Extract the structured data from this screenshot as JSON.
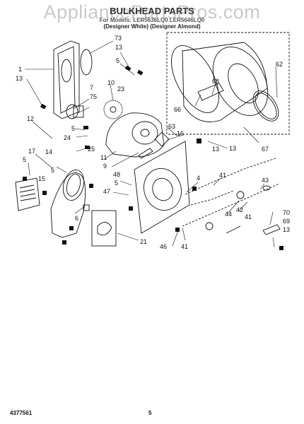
{
  "header": {
    "watermark": "AppliancePartsPros.com",
    "title": "BULKHEAD PARTS",
    "models": "For Models: LER5636LQ0 LER5646LQ0",
    "variants": "(Designer White)   (Designer Almond)"
  },
  "callouts": [
    "73",
    "13",
    "1",
    "5",
    "13",
    "7",
    "75",
    "10",
    "23",
    "62",
    "68",
    "66",
    "63",
    "24",
    "12",
    "5",
    "16",
    "25",
    "13",
    "67",
    "11",
    "9",
    "17",
    "14",
    "5",
    "15",
    "5",
    "48",
    "4",
    "41",
    "5",
    "43",
    "47",
    "6",
    "44",
    "42",
    "41",
    "70",
    "69",
    "13",
    "21",
    "46",
    "41",
    "13"
  ],
  "footer": {
    "doc_number": "4377561",
    "page_number": "5"
  }
}
